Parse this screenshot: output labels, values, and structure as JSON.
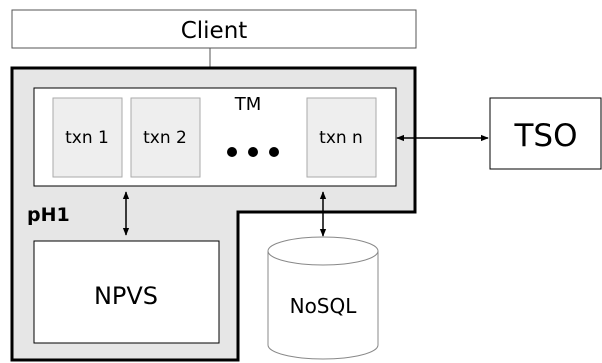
{
  "client": {
    "label": "Client"
  },
  "host": {
    "label": "pH1"
  },
  "tm": {
    "label": "TM",
    "txns": [
      {
        "label": "txn 1"
      },
      {
        "label": "txn 2"
      },
      {
        "label": "txn n"
      }
    ]
  },
  "npvs": {
    "label": "NPVS"
  },
  "tso": {
    "label": "TSO"
  },
  "nosql": {
    "label": "NoSQL"
  },
  "colors": {
    "host_fill": "#e6e6e6",
    "box_fill": "#ffffff",
    "stroke": "#000000",
    "light_stroke": "#888888"
  }
}
